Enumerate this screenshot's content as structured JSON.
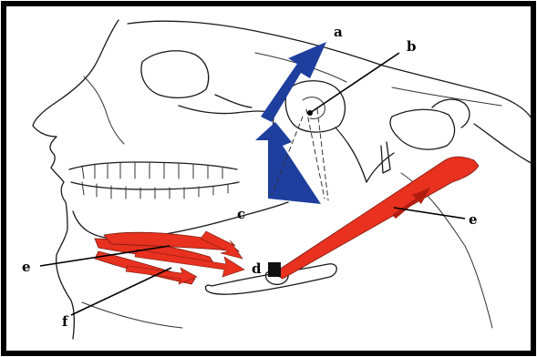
{
  "figure": {
    "labels": {
      "a": "a",
      "b": "b",
      "c": "c",
      "d": "d",
      "e_left": "e",
      "e_right": "e",
      "f": "f"
    },
    "colors": {
      "frame": "#000000",
      "muscle_red": "#e8311f",
      "arrow_blue": "#1e3f9e",
      "bone_line": "#1a1a1a"
    }
  }
}
